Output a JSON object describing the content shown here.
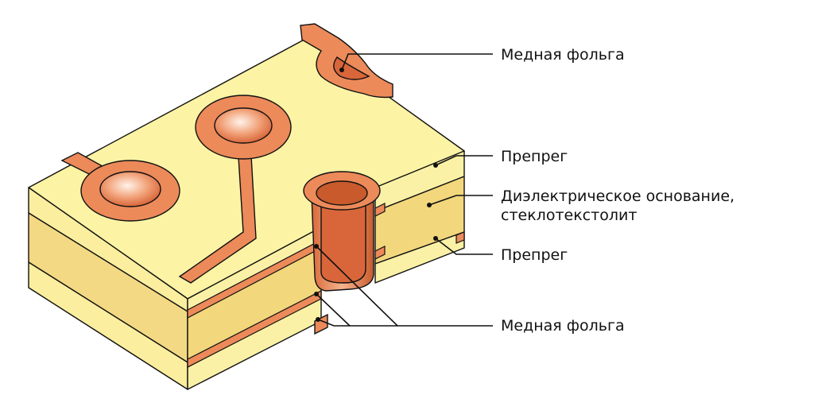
{
  "labels": {
    "copper_foil_top": "Медная фольга",
    "prepreg_top": "Препрег",
    "dielectric_line1": "Диэлектрическое основание,",
    "dielectric_line2": "стеклотекстолит",
    "prepreg_bottom": "Препрег",
    "copper_foil_bottom": "Медная фольга"
  },
  "colors": {
    "laminate_light": "#fbf1a0",
    "laminate_core": "#f2d77c",
    "copper": "#ec8a5a",
    "copper_dark": "#c85a2c",
    "outline": "#111111"
  }
}
